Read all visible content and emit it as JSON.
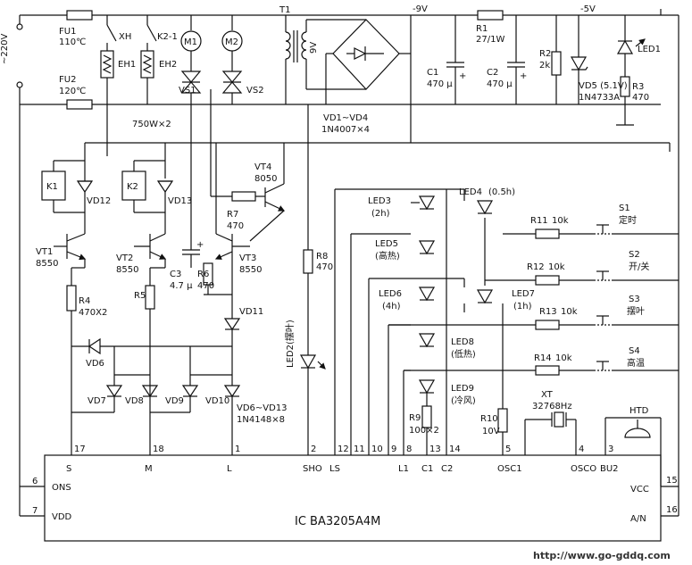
{
  "supply": {
    "ac": "~220V",
    "neg9v": "-9V",
    "neg5v": "-5V"
  },
  "fuses": [
    {
      "ref": "FU1",
      "rating": "110℃"
    },
    {
      "ref": "FU2",
      "rating": "120℃"
    }
  ],
  "switches": {
    "xh": "XH",
    "k21": "K2-1"
  },
  "heaters": [
    "EH1",
    "EH2"
  ],
  "heater_power": "750W×2",
  "motors": [
    "M1",
    "M2"
  ],
  "triacs": [
    "VS1",
    "VS2"
  ],
  "transformer": {
    "ref": "T1",
    "secondary": "9V"
  },
  "bridge": {
    "refs": "VD1~VD4",
    "part": "1N4007×4"
  },
  "r1": {
    "ref": "R1",
    "value": "27/1W"
  },
  "r2": {
    "ref": "R2",
    "value": "2k"
  },
  "r3": {
    "ref": "R3",
    "value": "470"
  },
  "c1": {
    "ref": "C1",
    "value": "470 μ"
  },
  "c2": {
    "ref": "C2",
    "value": "470 μ"
  },
  "vd5": {
    "ref": "VD5 (5.1V)",
    "part": "1N4733A"
  },
  "led1": "LED1",
  "relays": [
    "K1",
    "K2"
  ],
  "vd12": "VD12",
  "vd13": "VD13",
  "vt1": {
    "ref": "VT1",
    "part": "8550"
  },
  "vt2": {
    "ref": "VT2",
    "part": "8550"
  },
  "vt3": {
    "ref": "VT3",
    "part": "8550"
  },
  "vt4": {
    "ref": "VT4",
    "part": "8050"
  },
  "r7": {
    "ref": "R7",
    "value": "470"
  },
  "r4": {
    "ref": "R4",
    "value": "470X2"
  },
  "r5": "R5",
  "c3": {
    "ref": "C3",
    "value": "4.7 μ"
  },
  "r6": {
    "ref": "R6",
    "value": "470"
  },
  "r8": {
    "ref": "R8",
    "value": "470"
  },
  "led2": "LED2(摆叶)",
  "vd11": "VD11",
  "vd6": "VD6",
  "vd7": "VD7",
  "vd8": "VD8",
  "vd9": "VD9",
  "vd10": "VD10",
  "diode_array": {
    "refs": "VD6~VD13",
    "part": "1N4148×8"
  },
  "leds": [
    {
      "ref": "LED3",
      "desc": "(2h)"
    },
    {
      "ref": "LED4",
      "desc": "(0.5h)"
    },
    {
      "ref": "LED5",
      "desc": "(高热)"
    },
    {
      "ref": "LED6",
      "desc": "(4h)"
    },
    {
      "ref": "LED7",
      "desc": "(1h)"
    },
    {
      "ref": "LED8",
      "desc": "(低热)"
    },
    {
      "ref": "LED9",
      "desc": "(冷风)"
    }
  ],
  "r9": {
    "ref": "R9",
    "value": "100×2"
  },
  "r10": {
    "ref": "R10",
    "value": "10V"
  },
  "switch_rows": [
    {
      "res": "R11",
      "val": "10k",
      "sw": "S1",
      "func": "定时"
    },
    {
      "res": "R12",
      "val": "10k",
      "sw": "S2",
      "func": "开/关"
    },
    {
      "res": "R13",
      "val": "10k",
      "sw": "S3",
      "func": "摆叶"
    },
    {
      "res": "R14",
      "val": "10k",
      "sw": "S4",
      "func": "高温"
    }
  ],
  "crystal": {
    "ref": "XT",
    "value": "32768Hz"
  },
  "buzzer": "HTD",
  "ic": {
    "name": "IC  BA3205A4M",
    "top_pins": [
      {
        "num": "17",
        "name": "S"
      },
      {
        "num": "18",
        "name": "M"
      },
      {
        "num": "1",
        "name": "L"
      },
      {
        "num": "2",
        "name": "SHO"
      },
      {
        "num": "12",
        "name": "LS"
      },
      {
        "num": "11",
        "name": ""
      },
      {
        "num": "10",
        "name": ""
      },
      {
        "num": "9",
        "name": ""
      },
      {
        "num": "8",
        "name": "L1"
      },
      {
        "num": "13",
        "name": "C1"
      },
      {
        "num": "14",
        "name": "C2"
      },
      {
        "num": "5",
        "name": "OSC1"
      },
      {
        "num": "4",
        "name": "OSCO"
      },
      {
        "num": "3",
        "name": "BU2"
      }
    ],
    "left_pins": [
      {
        "num": "6",
        "name": "ONS"
      },
      {
        "num": "7",
        "name": "VDD"
      }
    ],
    "right_pins": [
      {
        "num": "15",
        "name": "VCC"
      },
      {
        "num": "16",
        "name": "A/N"
      }
    ]
  },
  "watermark": "http://www.go-gddq.com"
}
